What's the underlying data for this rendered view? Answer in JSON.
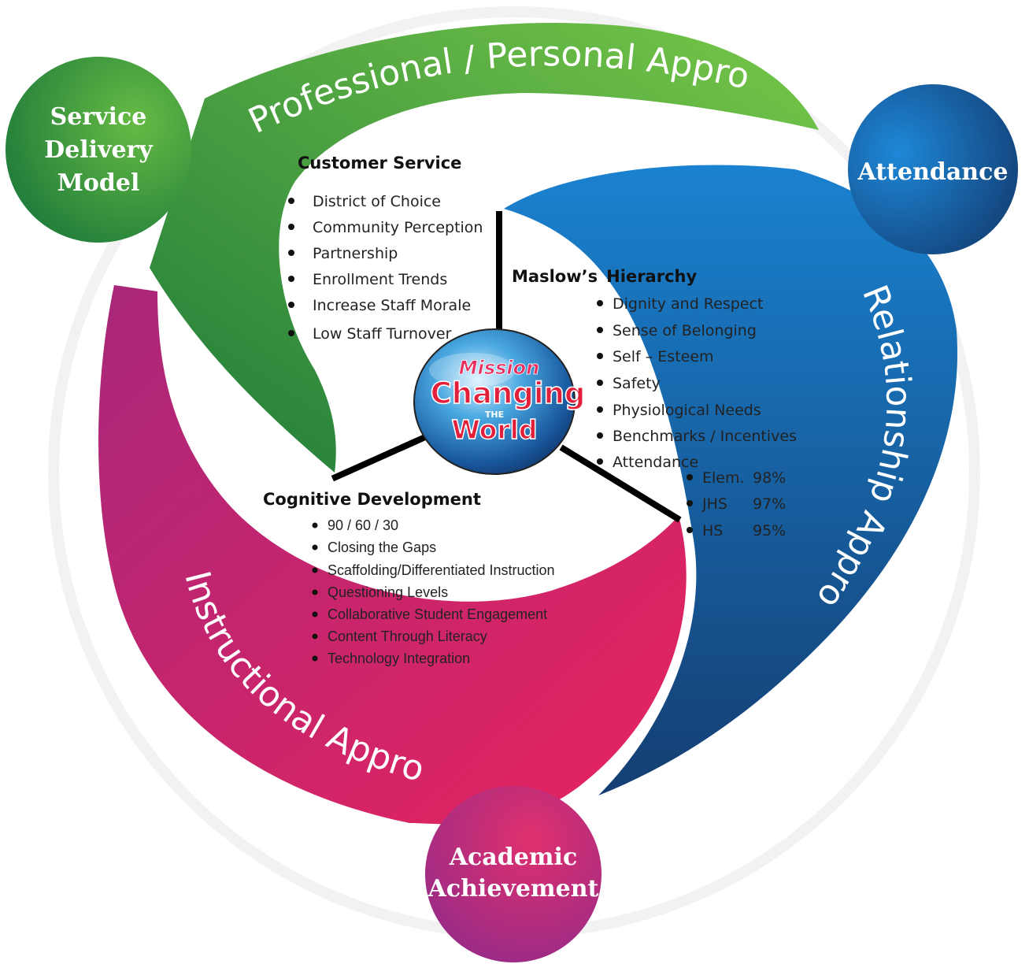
{
  "circles": {
    "service": {
      "lines": [
        "Service",
        "Delivery",
        "Model"
      ],
      "color_light": "#66bb44",
      "color_dark": "#1d7a3a"
    },
    "attendance": {
      "lines": [
        "Attendance"
      ],
      "color_light": "#1e88d8",
      "color_dark": "#123a6e"
    },
    "academic": {
      "lines": [
        "Academic",
        "Achievement"
      ],
      "color_light": "#e0306e",
      "color_dark": "#8f2a8a"
    }
  },
  "arcs": {
    "professional": {
      "label": "Professional / Personal Approach",
      "color_light": "#78c848",
      "color_dark": "#1e7a3a"
    },
    "relationship": {
      "label": "Relationship Approach",
      "color_light": "#1a82d0",
      "color_dark": "#143e72"
    },
    "instructional": {
      "label": "Instructional Approach",
      "color_light": "#e8245e",
      "color_dark": "#a8267a"
    }
  },
  "center_logo": {
    "line1": "Mission",
    "line2": "Changing",
    "line3": "THE",
    "line4": "World"
  },
  "customer_service": {
    "title": "Customer Service",
    "items": [
      "District of Choice",
      "Community Perception",
      "Partnership",
      "Enrollment Trends",
      "Increase Staff Morale",
      "Low Staff Turnover"
    ]
  },
  "maslow": {
    "title_a": "Maslow’s",
    "title_b": "Hierarchy",
    "items": [
      "Dignity and Respect",
      "Sense of Belonging",
      "Self – Esteem",
      "Safety",
      "Physiological Needs",
      "Benchmarks / Incentives",
      "Attendance"
    ],
    "attendance_rates": [
      {
        "level": "Elem.",
        "rate": "98%"
      },
      {
        "level": "JHS",
        "rate": "97%"
      },
      {
        "level": "HS",
        "rate": "95%"
      }
    ]
  },
  "cognitive": {
    "title": "Cognitive Development",
    "items": [
      "90 / 60 / 30",
      "Closing the Gaps",
      "Scaffolding/Differentiated Instruction",
      "Questioning Levels",
      "Collaborative Student Engagement",
      "Content Through Literacy",
      "Technology Integration"
    ]
  }
}
